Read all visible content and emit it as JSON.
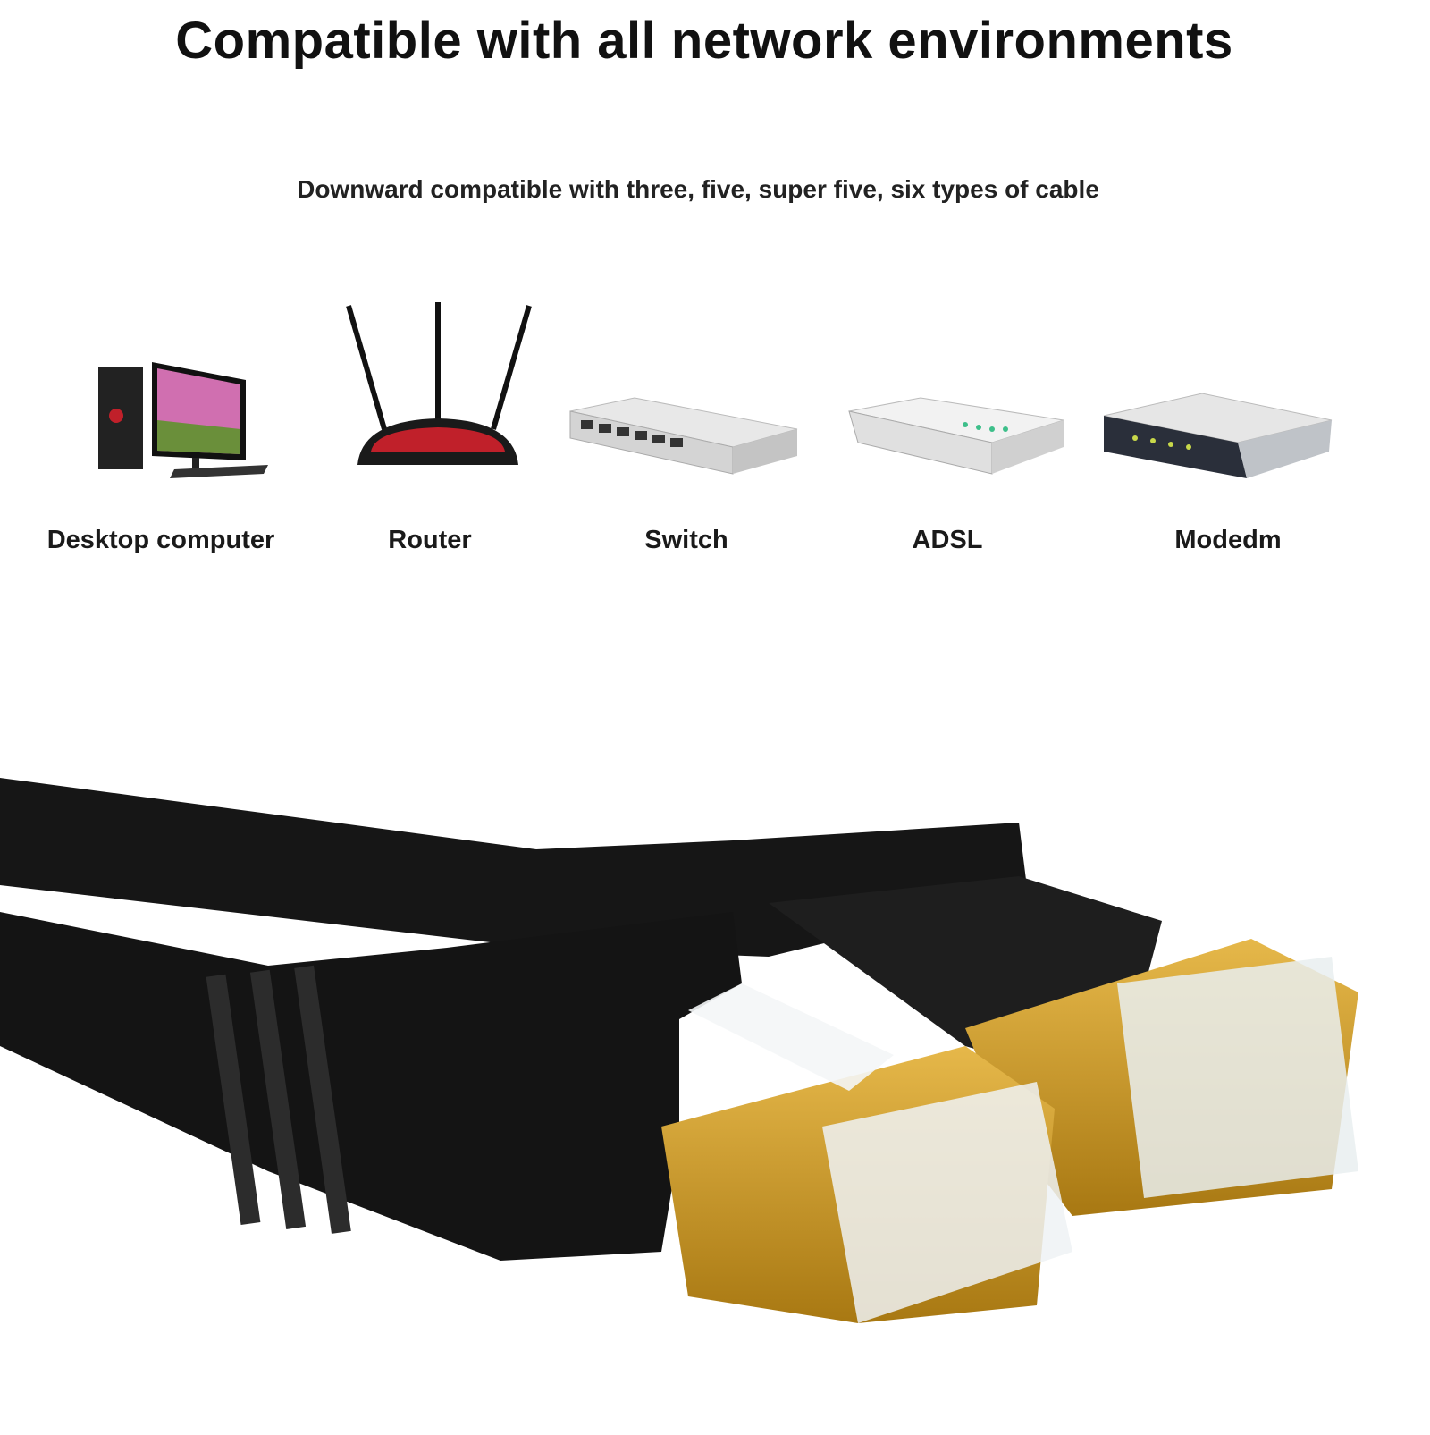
{
  "title": "Compatible with all network environments",
  "subtitle": "Downward compatible with three, five, super five, six types of cable",
  "devices": [
    {
      "label": "Desktop computer",
      "icon": "desktop-computer-icon"
    },
    {
      "label": "Router",
      "icon": "router-icon"
    },
    {
      "label": "Switch",
      "icon": "switch-icon"
    },
    {
      "label": "ADSL",
      "icon": "adsl-icon"
    },
    {
      "label": "Modedm",
      "icon": "modem-icon"
    }
  ],
  "colors": {
    "connector_gold": "#c9971f",
    "cable_black": "#1a1a1a",
    "router_red": "#c0202a"
  }
}
